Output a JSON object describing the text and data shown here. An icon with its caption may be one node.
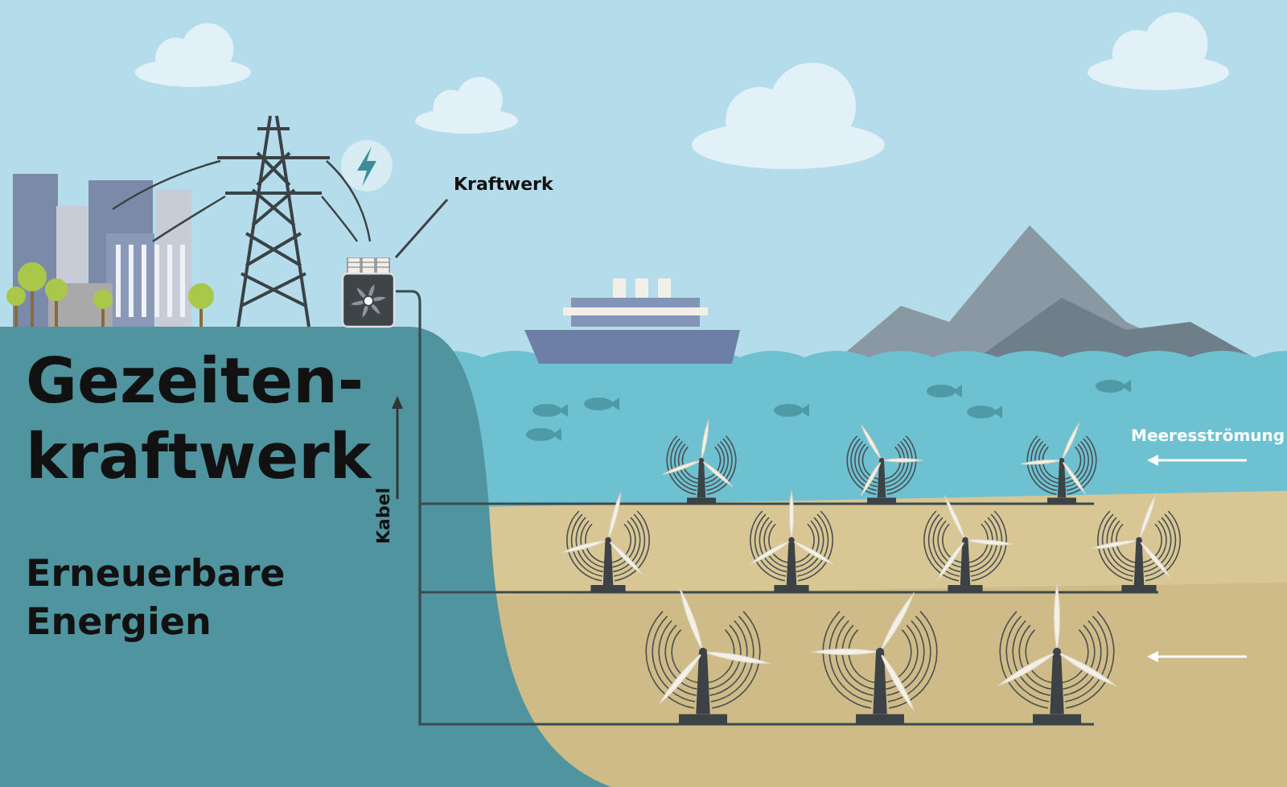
{
  "diagram": {
    "title": "Gezeiten-kraftwerk",
    "nodes": [
      {
        "text": [
          "Kraftwerk"
        ]
      },
      {
        "text": [],
        "shape": "picture"
      }
    ],
    "edges": [
      {
        "from": 0,
        "to": 1,
        "arrow": "none"
      }
    ],
    "labels": [
      "Erneuerbare Energien",
      "Kabel",
      "Meeresströmung"
    ]
  }
}
